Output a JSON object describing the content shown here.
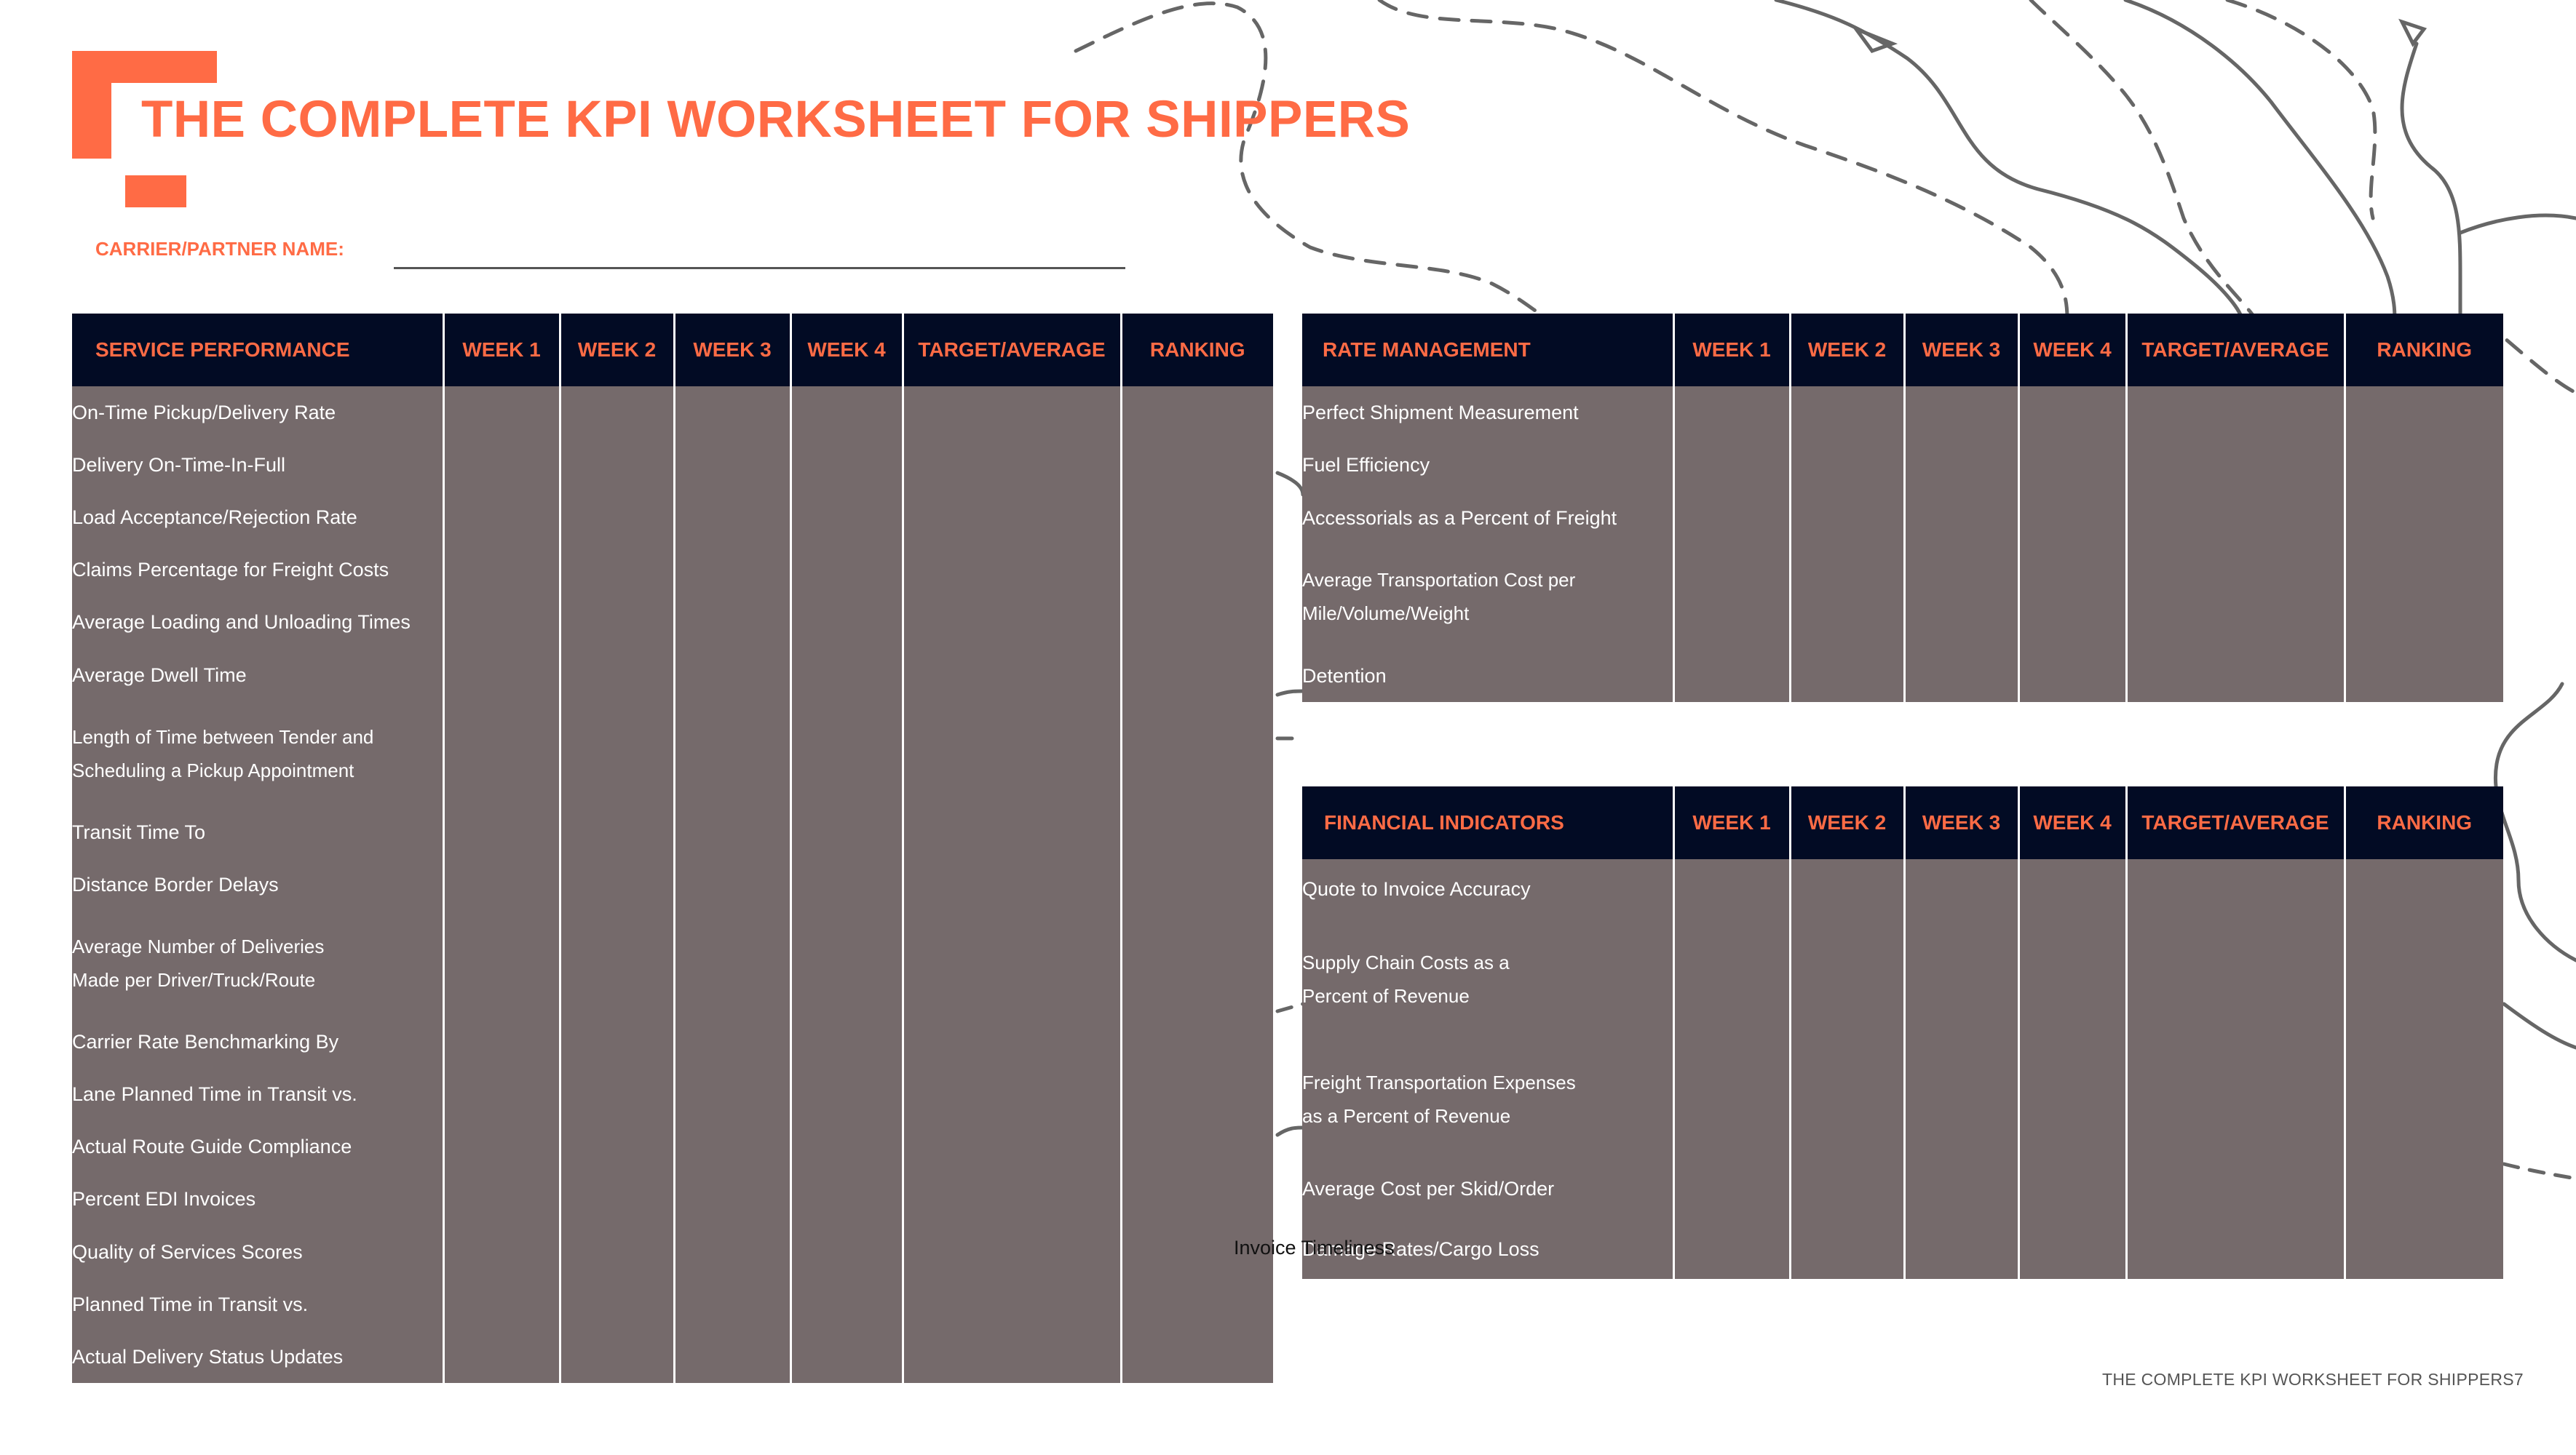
{
  "document": {
    "title": "THE COMPLETE KPI WORKSHEET FOR SHIPPERS",
    "carrier_label": "CARRIER/PARTNER NAME:",
    "footer": "THE COMPLETE KPI WORKSHEET FOR SHIPPERS7",
    "stray_text": "Invoice Timeliness"
  },
  "colors": {
    "accent": "#FF6B45",
    "header_bg": "#020B24",
    "cell_bg": "#756A6B",
    "line": "#555555"
  },
  "service_table": {
    "headers": [
      "SERVICE PERFORMANCE",
      "WEEK 1",
      "WEEK 2",
      "WEEK 3",
      "WEEK 4",
      "TARGET/AVERAGE",
      "RANKING"
    ],
    "rows": [
      [
        "On-Time Pickup/Delivery Rate"
      ],
      [
        "Delivery On-Time-In-Full"
      ],
      [
        "Load Acceptance/Rejection Rate"
      ],
      [
        "Claims Percentage for Freight Costs"
      ],
      [
        "Average Loading and Unloading Times"
      ],
      [
        "Average Dwell Time"
      ],
      [
        "Length of Time between Tender and",
        "Scheduling a Pickup Appointment"
      ],
      [
        "Transit Time To"
      ],
      [
        "Distance Border Delays"
      ],
      [
        "Average Number of Deliveries",
        "Made per Driver/Truck/Route"
      ],
      [
        "Carrier Rate Benchmarking By"
      ],
      [
        "Lane Planned Time in Transit vs."
      ],
      [
        "Actual Route Guide Compliance"
      ],
      [
        "Percent EDI Invoices"
      ],
      [
        "Quality of Services Scores"
      ],
      [
        "Planned Time in Transit vs."
      ],
      [
        "Actual Delivery Status Updates"
      ]
    ]
  },
  "rate_table": {
    "headers": [
      "RATE MANAGEMENT",
      "WEEK 1",
      "WEEK 2",
      "WEEK 3",
      "WEEK 4",
      "TARGET/AVERAGE",
      "RANKING"
    ],
    "rows": [
      [
        "Perfect Shipment Measurement"
      ],
      [
        "Fuel Efficiency"
      ],
      [
        "Accessorials as a Percent of Freight"
      ],
      [
        "Average Transportation Cost per",
        "Mile/Volume/Weight"
      ],
      [
        "Detention"
      ]
    ]
  },
  "financial_table": {
    "headers": [
      "FINANCIAL INDICATORS",
      "WEEK 1",
      "WEEK 2",
      "WEEK 3",
      "WEEK 4",
      "TARGET/AVERAGE",
      "RANKING"
    ],
    "rows": [
      [
        "Quote to Invoice Accuracy"
      ],
      [
        "Supply Chain Costs as a",
        "Percent of Revenue"
      ],
      [
        "Freight Transportation Expenses",
        "as a Percent of Revenue"
      ],
      [
        "Average Cost per Skid/Order"
      ],
      [
        "Damage Rates/Cargo Loss"
      ]
    ]
  }
}
